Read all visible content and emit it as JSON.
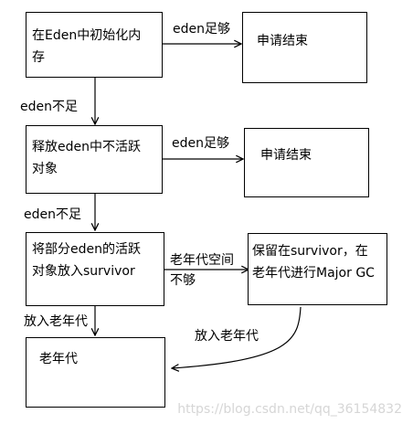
{
  "nodes": {
    "init": [
      "在Eden中初始化内",
      "存"
    ],
    "end1": "申请结束",
    "release": [
      "释放eden中不活跃",
      "对象"
    ],
    "end2": "申请结束",
    "move": [
      "将部分eden的活跃",
      "对象放入survivor"
    ],
    "keep": [
      "保留在survivor，在",
      "老年代进行Major GC"
    ],
    "old": "老年代"
  },
  "edges": {
    "e1": "eden足够",
    "e2": "eden不足",
    "e3": "eden足够",
    "e4": "eden不足",
    "e5": [
      "老年代空间",
      "不够"
    ],
    "e6": "放入老年代",
    "e7": "放入老年代"
  },
  "watermark": "https://blog.csdn.net/qq_36154832"
}
